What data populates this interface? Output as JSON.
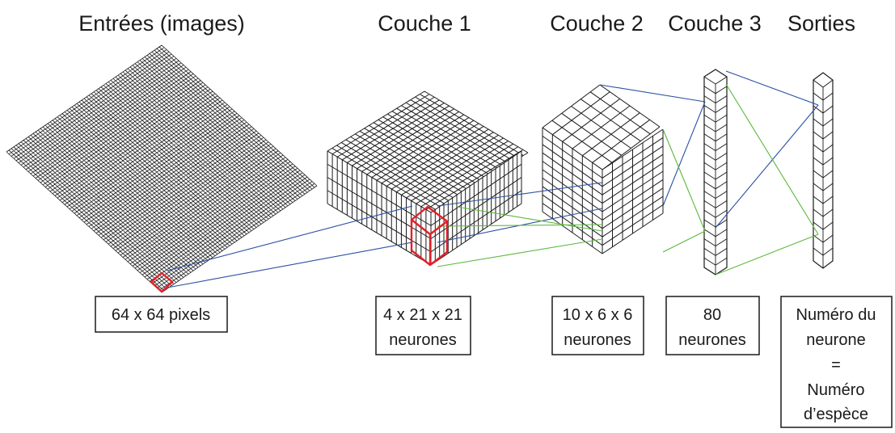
{
  "headings": {
    "inputs": "Entrées (images)",
    "layer1": "Couche 1",
    "layer2": "Couche 2",
    "layer3": "Couche 3",
    "outputs": "Sorties"
  },
  "boxes": {
    "inputs": [
      "64 x 64 pixels"
    ],
    "layer1": [
      "4 x 21 x 21",
      "neurones"
    ],
    "layer2": [
      "10 x 6 x 6",
      "neurones"
    ],
    "layer3": [
      "80",
      "neurones"
    ],
    "outputs": [
      "Numéro du",
      "neurone",
      "=",
      "Numéro",
      "d’espèce"
    ]
  },
  "colors": {
    "grid": "#1a1a1a",
    "highlight": "#e3202a",
    "blue_link": "#2b4fa3",
    "green_link": "#5cb83c"
  }
}
